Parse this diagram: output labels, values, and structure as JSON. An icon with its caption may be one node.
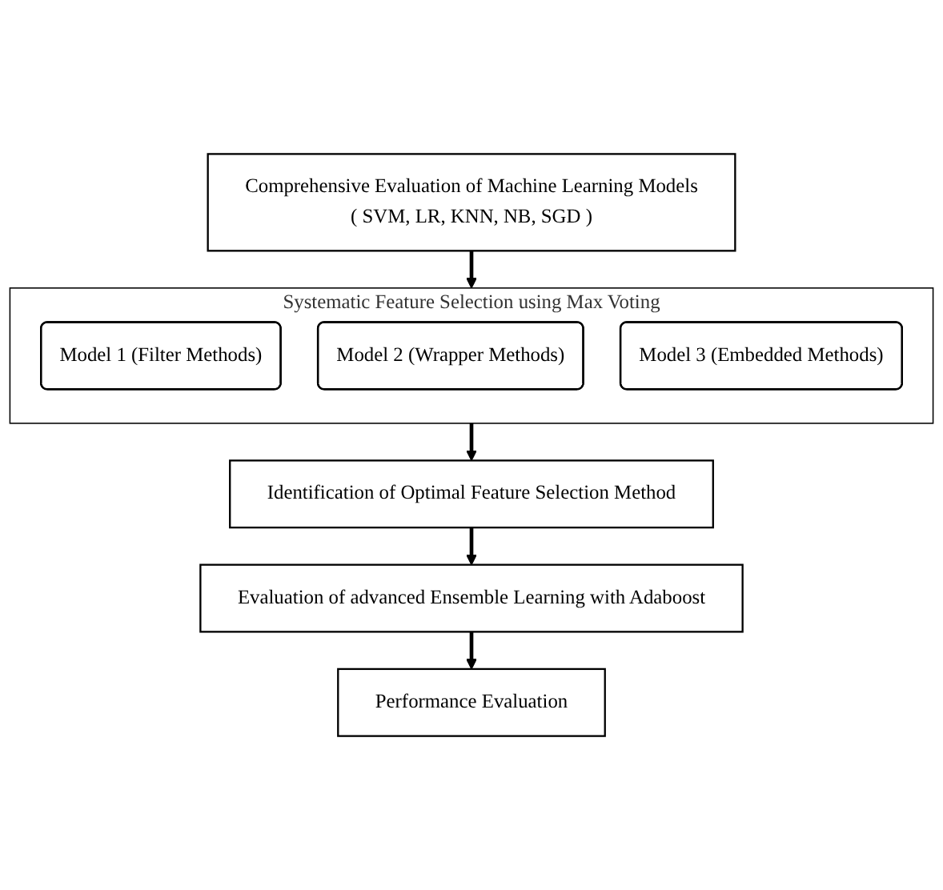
{
  "diagram": {
    "nodes": [
      {
        "text": [
          "Comprehensive Evaluation of Machine Learning Models",
          "( SVM, LR, KNN, NB, SGD )"
        ]
      },
      {
        "text": [
          "Systematic Feature Selection using Max Voting"
        ]
      },
      {
        "text": [
          "Model 1 (Filter Methods)"
        ],
        "in": 1
      },
      {
        "text": [
          "Model 2 (Wrapper Methods)"
        ],
        "in": 1
      },
      {
        "text": [
          "Model 3 (Embedded Methods)"
        ],
        "in": 1
      },
      {
        "text": [
          "Identification of Optimal Feature Selection Method"
        ]
      },
      {
        "text": [
          "Evaluation of advanced Ensemble Learning with Adaboost"
        ]
      },
      {
        "text": [
          "Performance Evaluation"
        ]
      }
    ],
    "edges": [
      {
        "from": 0,
        "to": 1,
        "arrow": "to"
      },
      {
        "from": 1,
        "to": 5,
        "arrow": "to"
      },
      {
        "from": 5,
        "to": 6,
        "arrow": "to"
      },
      {
        "from": 6,
        "to": 7,
        "arrow": "to"
      }
    ]
  }
}
